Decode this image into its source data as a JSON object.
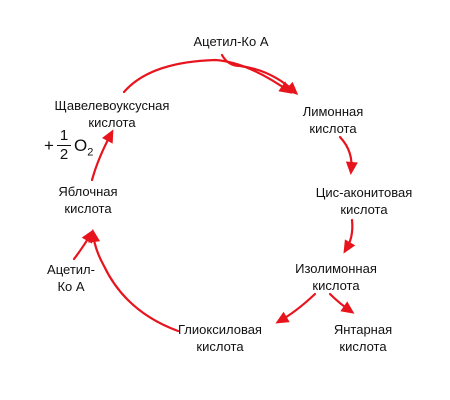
{
  "diagram": {
    "arrow_color": "#e8141d",
    "nodes": {
      "acetyl_top": "Ацетил-Ко А",
      "citric": [
        "Лимонная",
        "кислота"
      ],
      "cis_aconitic": [
        "Цис-аконитовая",
        "кислота"
      ],
      "isocitric": [
        "Изолимонная",
        "кислота"
      ],
      "succinic": [
        "Янтарная",
        "кислота"
      ],
      "glyoxylic": [
        "Глиоксиловая",
        "кислота"
      ],
      "acetyl_left": [
        "Ацетил-",
        "Ко А"
      ],
      "malic": [
        "Яблочная",
        "кислота"
      ],
      "oxaloacetic": [
        "Щавелевоуксусная",
        "кислота"
      ]
    },
    "oxygen": {
      "plus": "+",
      "numerator": "1",
      "denominator": "2",
      "molecule": "O",
      "subscript": "2"
    }
  }
}
